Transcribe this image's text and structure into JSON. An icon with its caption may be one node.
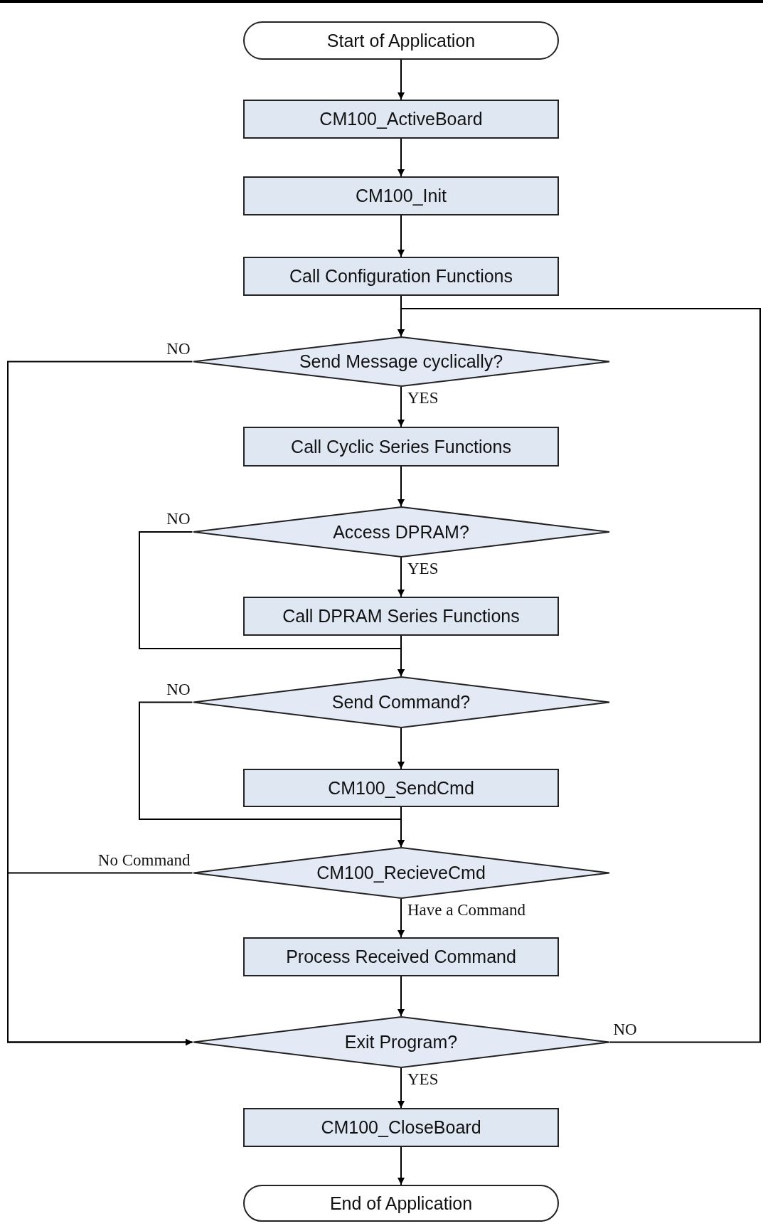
{
  "diagram": {
    "nodes": [
      {
        "text": [
          "Start of Application"
        ]
      },
      {
        "text": [
          "CM100_ActiveBoard"
        ]
      },
      {
        "text": [
          "CM100_Init"
        ]
      },
      {
        "text": [
          "Call Configuration Functions"
        ]
      },
      {
        "text": [
          "Send Message cyclically?"
        ]
      },
      {
        "text": [
          "Call Cyclic Series Functions"
        ]
      },
      {
        "text": [
          "Access DPRAM?"
        ]
      },
      {
        "text": [
          "Call DPRAM Series Functions"
        ]
      },
      {
        "text": [
          "Send Command?"
        ]
      },
      {
        "text": [
          "CM100_SendCmd"
        ]
      },
      {
        "text": [
          "CM100_RecieveCmd"
        ]
      },
      {
        "text": [
          "Process Received Command"
        ]
      },
      {
        "text": [
          "Exit Program?"
        ]
      },
      {
        "text": [
          "CM100_CloseBoard"
        ]
      },
      {
        "text": [
          "End of Application"
        ]
      }
    ],
    "edges": [
      {
        "from": 0,
        "to": 1,
        "arrow": "to"
      },
      {
        "from": 1,
        "to": 2,
        "arrow": "to"
      },
      {
        "from": 2,
        "to": 3,
        "arrow": "to"
      },
      {
        "from": 3,
        "to": 4,
        "arrow": "to"
      },
      {
        "from": 4,
        "to": 5,
        "arrow": "to",
        "label": "YES"
      },
      {
        "from": 5,
        "to": 6,
        "arrow": "to"
      },
      {
        "from": 6,
        "to": 7,
        "arrow": "to",
        "label": "YES"
      },
      {
        "from": 6,
        "to": 8,
        "arrow": "to",
        "label": "NO"
      },
      {
        "from": 7,
        "to": 8,
        "arrow": "to"
      },
      {
        "from": 8,
        "to": 9,
        "arrow": "to"
      },
      {
        "from": 8,
        "to": 10,
        "arrow": "to",
        "label": "NO"
      },
      {
        "from": 9,
        "to": 10,
        "arrow": "to"
      },
      {
        "from": 10,
        "to": 11,
        "arrow": "to",
        "label": "Have a Command"
      },
      {
        "from": 10,
        "to": 12,
        "arrow": "to",
        "label": "No Command"
      },
      {
        "from": 4,
        "to": 12,
        "arrow": "to",
        "label": "NO"
      },
      {
        "from": 11,
        "to": 12,
        "arrow": "to"
      },
      {
        "from": 12,
        "to": 13,
        "arrow": "to",
        "label": "YES"
      },
      {
        "from": 12,
        "to": 4,
        "arrow": "to",
        "label": "NO"
      },
      {
        "from": 13,
        "to": 14,
        "arrow": "to"
      }
    ]
  }
}
